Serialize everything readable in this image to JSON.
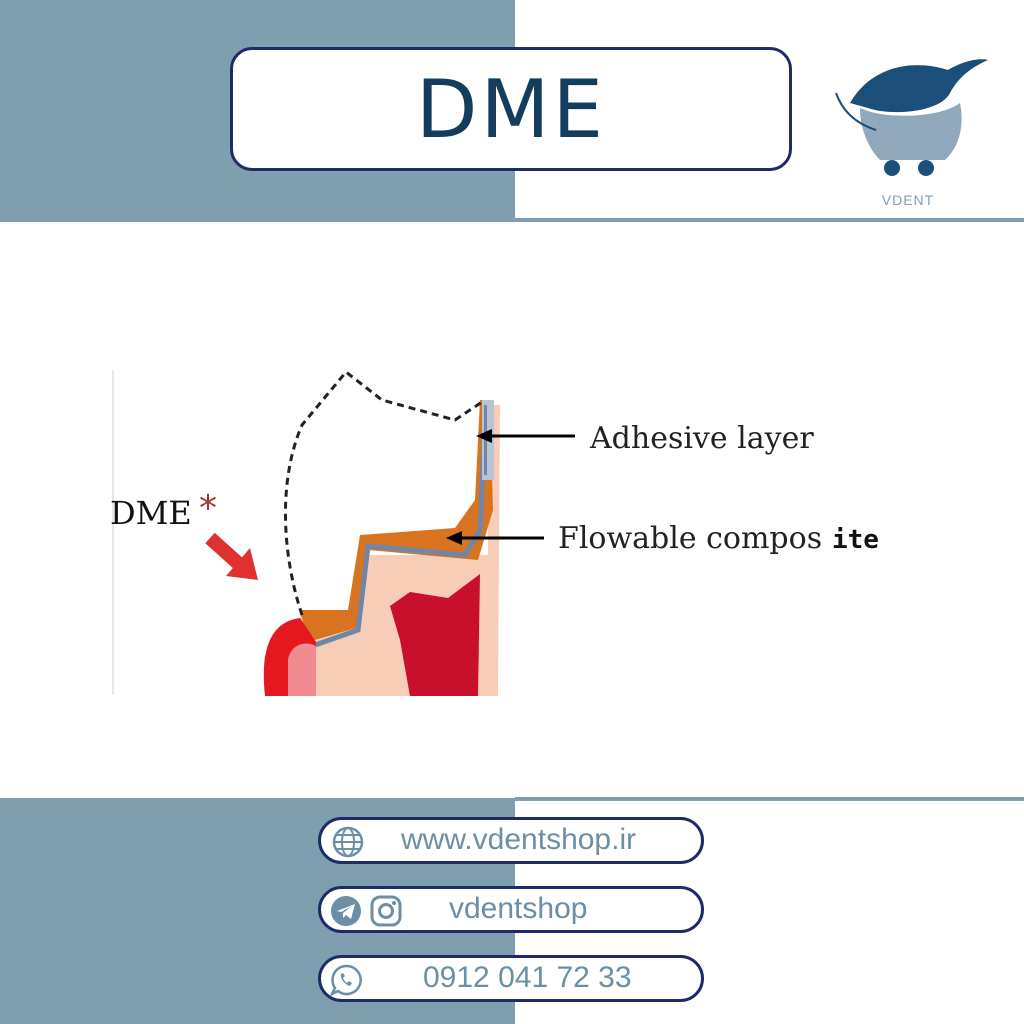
{
  "header": {
    "title": "DME",
    "brand": "VDENT"
  },
  "diagram": {
    "labels": {
      "dme": "DME",
      "dme_mark": "*",
      "adhesive": "Adhesive layer",
      "flowable_a": "Flowable compos",
      "flowable_b": "ite"
    }
  },
  "contacts": {
    "website": "www.vdentshop.ir",
    "social": "vdentshop",
    "phone": "0912 041 72 33"
  },
  "colors": {
    "band": "#7f9eb0",
    "frame": "#1f2a68",
    "title": "#123d5c",
    "dentin": "#f7cdb8",
    "pulp": "#c8102e",
    "composite": "#d8731f",
    "adhesive": "#6f86a8",
    "gingiva": "#e3191f",
    "arrow_red": "#e03030"
  },
  "icons": [
    "globe-icon",
    "telegram-icon",
    "instagram-icon",
    "whatsapp-icon"
  ]
}
